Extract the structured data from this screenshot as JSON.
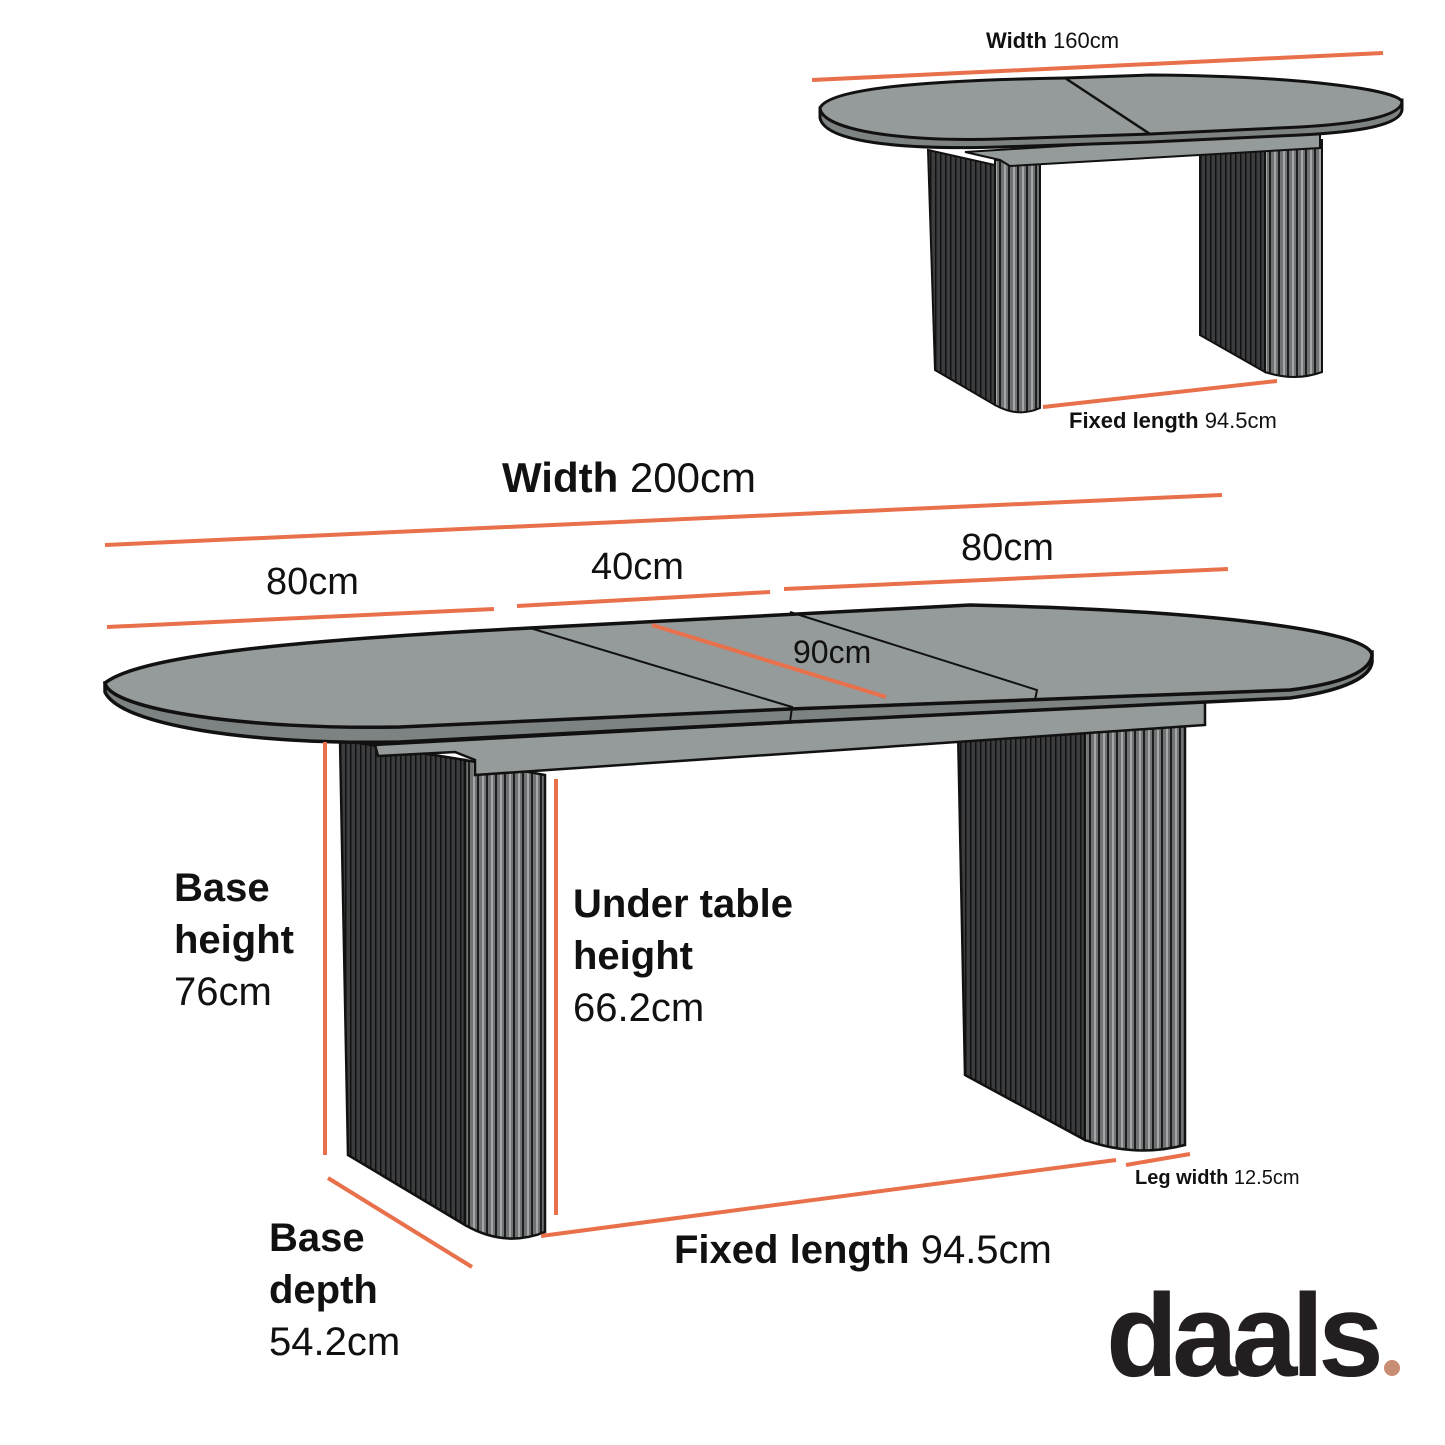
{
  "colors": {
    "dimension_line": "#e8704a",
    "tabletop": "#959a9a",
    "leg": "#3c3d3e",
    "outline": "#111111",
    "logo": "#231f20",
    "logo_dot": "#c98d73"
  },
  "small_table": {
    "width": {
      "label": "Width",
      "value": "160cm"
    },
    "fixed_length": {
      "label": "Fixed length",
      "value": "94.5cm"
    }
  },
  "large_table": {
    "width": {
      "label": "Width",
      "value": "200cm"
    },
    "segments": [
      "80cm",
      "40cm",
      "80cm"
    ],
    "depth": "90cm",
    "base_height": {
      "label_line1": "Base",
      "label_line2": "height",
      "value": "76cm"
    },
    "under_table_height": {
      "label_line1": "Under table",
      "label_line2": "height",
      "value": "66.2cm"
    },
    "base_depth": {
      "label_line1": "Base",
      "label_line2": "depth",
      "value": "54.2cm"
    },
    "fixed_length": {
      "label": "Fixed length",
      "value": "94.5cm"
    },
    "leg_width": {
      "label": "Leg width",
      "value": "12.5cm"
    }
  },
  "brand": {
    "logo_text": "daals"
  }
}
